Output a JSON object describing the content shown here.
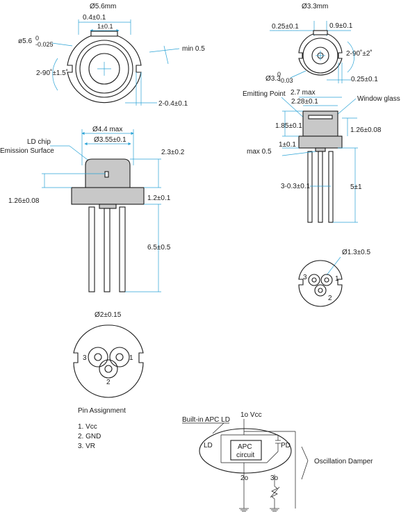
{
  "view1": {
    "title": "Ø5.6mm",
    "dim_04": "0.4±0.1",
    "dim_1": "1±0.1",
    "dim_dia": "ø5.6",
    "dim_dia_tol": "0",
    "dim_dia_tol2": "-0.025",
    "dim_min": "min 0.5",
    "dim_angle": "2-90˚±1.5˚",
    "dim_notch": "2-0.4±0.1"
  },
  "view2": {
    "title": "Ø3.3mm",
    "dim_025a": "0.25±0.1",
    "dim_09": "0.9±0.1",
    "dim_angle": "2-90˚±2˚",
    "dim_dia": "Ø3.3",
    "dim_dia_tol": "0",
    "dim_dia_tol2": "-0.03",
    "dim_025b": "0.25±0.1"
  },
  "side1": {
    "label_chip": "LD chip",
    "label_emission": "Emission Surface",
    "dim_44": "Ø4.4 max",
    "dim_355": "Ø3.55±0.1",
    "dim_23": "2.3±0.2",
    "dim_12": "1.2±0.1",
    "dim_126": "1.26±0.08",
    "dim_65": "6.5±0.5"
  },
  "side2": {
    "label_emitting": "Emitting Point",
    "dim_27": "2.7 max",
    "dim_228": "2.28±0.1",
    "label_window": "Window glass",
    "dim_185": "1.85±0.1",
    "dim_126": "1.26±0.08",
    "dim_1": "1±0.1",
    "dim_max05": "max 0.5",
    "dim_03": "3-0.3±0.1",
    "dim_5": "5±1"
  },
  "bottom2": {
    "dim_13": "Ø1.3±0.5",
    "pin3": "3",
    "pin1": "1",
    "pin2": "2"
  },
  "bottom1": {
    "dim_2": "Ø2±0.15",
    "pin3": "3",
    "pin1": "1",
    "pin2": "2"
  },
  "pins": {
    "heading": "Pin Assignment",
    "items": [
      "1.  Vcc",
      "2.  GND",
      "3.  VR"
    ]
  },
  "circuit": {
    "title": "Built-in APC LD",
    "vcc": "1o Vcc",
    "ld": "LD",
    "apc1": "APC",
    "apc2": "circuit",
    "pd": "PD",
    "pin2": "2o",
    "pin3": "3o",
    "damper": "Oscillation Damper"
  },
  "colors": {
    "line": "#1a1a1a",
    "dimension": "#2aa3d6",
    "body_fill": "#c8c8c8"
  }
}
